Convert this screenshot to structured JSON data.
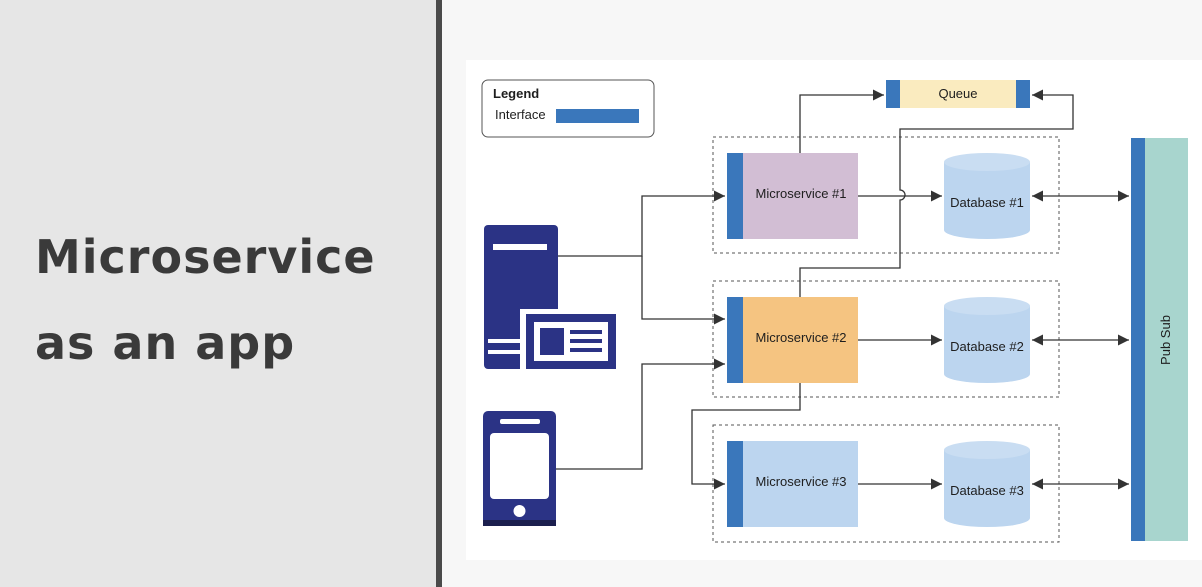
{
  "slide": {
    "title_line_1": "Microservice",
    "title_line_2": "as an app"
  },
  "legend": {
    "title": "Legend",
    "interface_label": "Interface"
  },
  "nodes": {
    "queue": "Queue",
    "microservice_1": "Microservice #1",
    "microservice_2": "Microservice #2",
    "microservice_3": "Microservice #3",
    "database_1": "Database #1",
    "database_2": "Database #2",
    "database_3": "Database #3",
    "pub_sub": "Pub Sub"
  },
  "colors": {
    "interface": "#3a77bb",
    "microservice_1": "#d2bed4",
    "microservice_2": "#f5c481",
    "microservice_3": "#bcd5ef",
    "database": "#bcd5ef",
    "queue": "#faebbf",
    "pub_sub": "#a8d5ce",
    "client_icons": "#2b3385"
  }
}
